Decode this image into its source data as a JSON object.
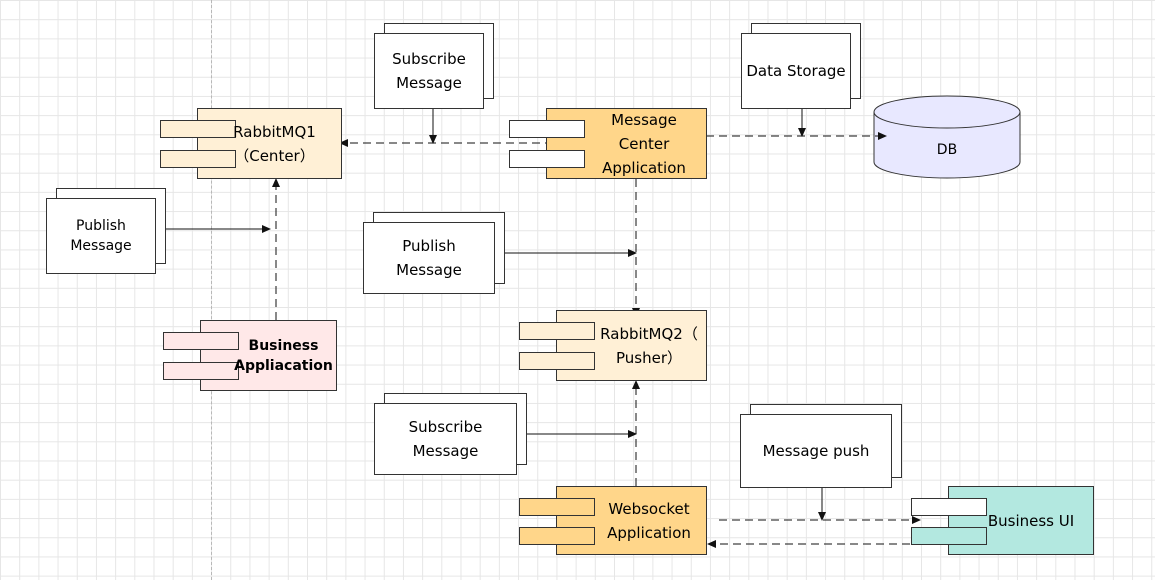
{
  "nodes": {
    "rabbitmq1": {
      "label": "RabbitMQ1\n（Center）",
      "fill": "#fff0d6"
    },
    "message_center": {
      "label": "Message\nCenter\nApplication",
      "fill": "#ffd68a"
    },
    "rabbitmq2": {
      "label": "RabbitMQ2（\nPusher）",
      "fill": "#fff0d6"
    },
    "business_app": {
      "label": "Business\nAppliacation",
      "fill": "#ffe8e8"
    },
    "websocket_app": {
      "label": "Websocket\nApplication",
      "fill": "#ffd68a"
    },
    "business_ui": {
      "label": "Business UI",
      "fill": "#b3e8e0"
    },
    "db": {
      "label": "DB",
      "fill": "#e8e8ff"
    }
  },
  "notes": {
    "subscribe_top": "Subscribe\nMessage",
    "data_storage": "Data Storage",
    "publish_left": "Publish\nMessage",
    "publish_mid": "Publish\nMessage",
    "subscribe_bottom": "Subscribe\nMessage",
    "message_push": "Message push"
  }
}
